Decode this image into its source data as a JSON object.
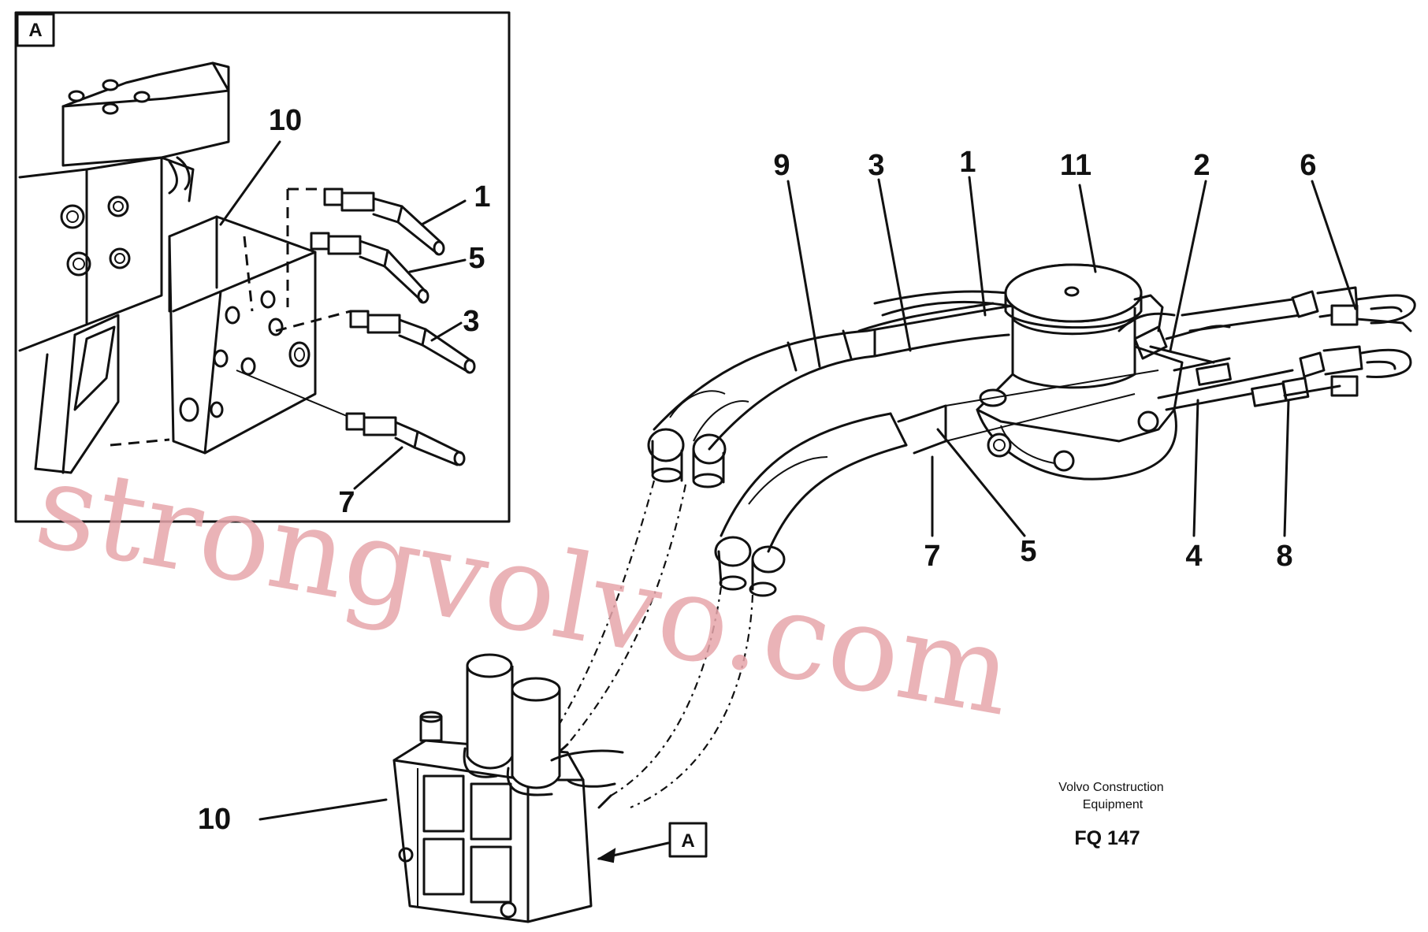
{
  "inset": {
    "tag": "A"
  },
  "view_tag": "A",
  "callouts": {
    "inset_10": "10",
    "inset_1": "1",
    "inset_5": "5",
    "inset_3": "3",
    "inset_7": "7",
    "c9": "9",
    "c3": "3",
    "c1": "1",
    "c11": "11",
    "c2": "2",
    "c6": "6",
    "c7": "7",
    "c5": "5",
    "c4": "4",
    "c8": "8",
    "c10": "10"
  },
  "caption": {
    "line1": "Volvo Construction",
    "line2": "Equipment",
    "code": "FQ 147"
  },
  "watermark": "strongvolvo.com"
}
